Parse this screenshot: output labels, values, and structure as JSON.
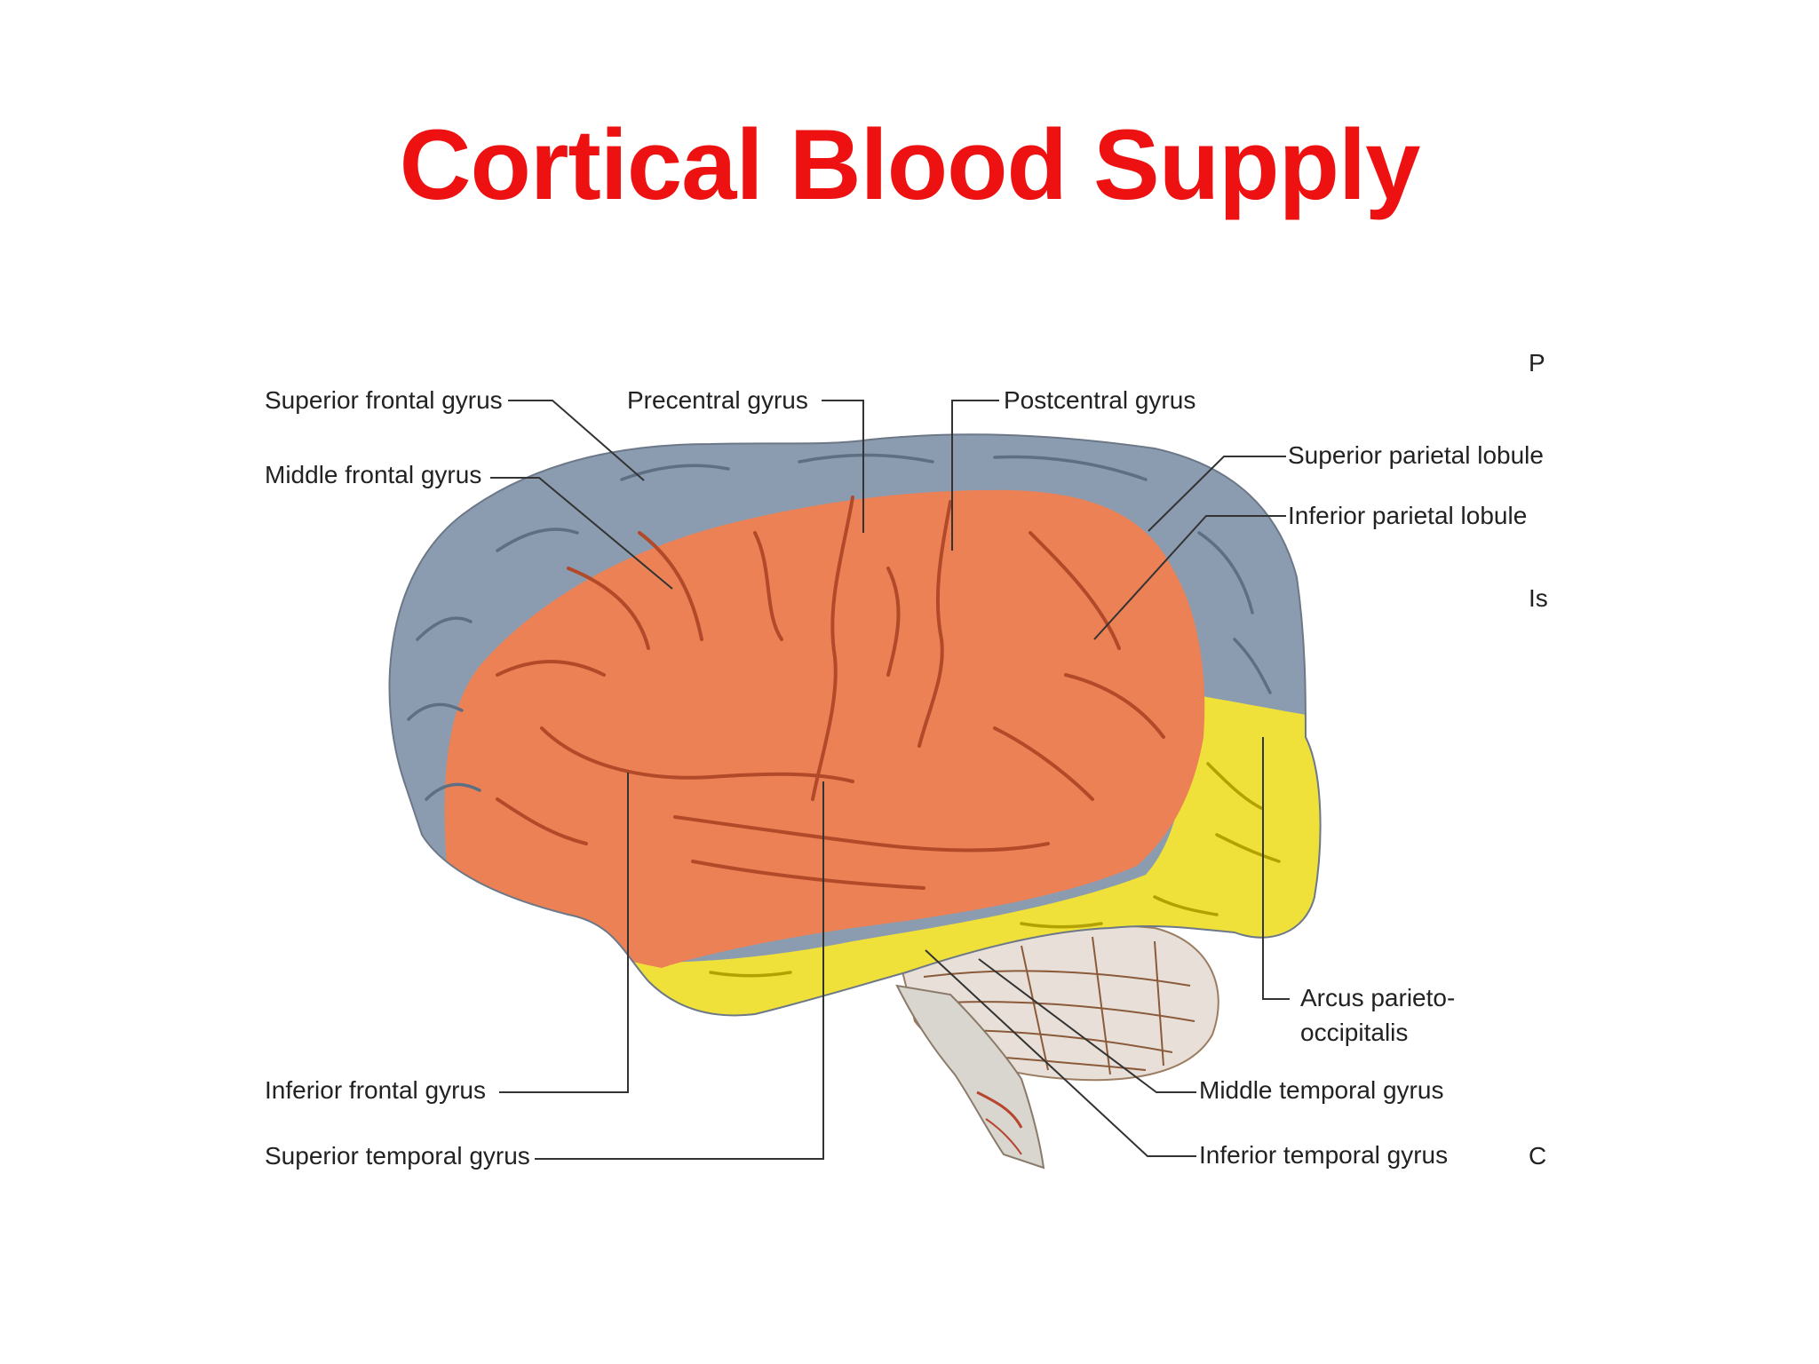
{
  "title": "Cortical Blood Supply",
  "colors": {
    "title": "#ee1111",
    "anterior_territory": "#8c9cb0",
    "middle_territory": "#ec8156",
    "posterior_territory": "#efe03a",
    "cerebellum": "#e8e0d8",
    "background": "#ffffff"
  },
  "labels": {
    "superior_frontal_gyrus": "Superior frontal gyrus",
    "middle_frontal_gyrus": "Middle frontal gyrus",
    "precentral_gyrus": "Precentral gyrus",
    "postcentral_gyrus": "Postcentral gyrus",
    "superior_parietal_lobule": "Superior parietal lobule",
    "inferior_parietal_lobule": "Inferior parietal lobule",
    "arcus_line1": "Arcus parieto-",
    "arcus_line2": "occipitalis",
    "middle_temporal_gyrus": "Middle temporal gyrus",
    "inferior_temporal_gyrus": "Inferior temporal gyrus",
    "inferior_frontal_gyrus": "Inferior frontal gyrus",
    "superior_temporal_gyrus": "Superior temporal gyrus"
  },
  "edge_letters": {
    "p": "P",
    "is": "Is",
    "c": "C"
  }
}
